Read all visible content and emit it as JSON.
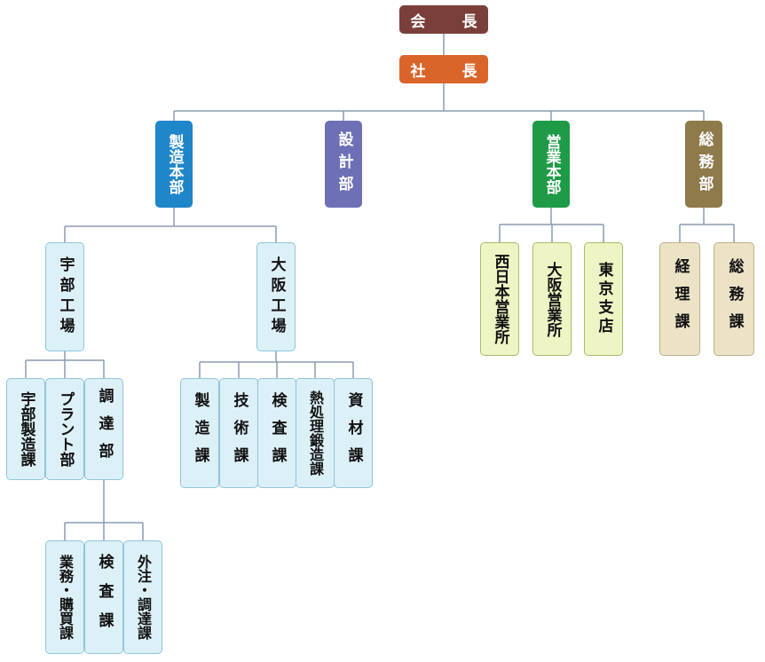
{
  "org": {
    "chairman": "会　長",
    "president": "社　長",
    "divisions": {
      "manufacturing": "製造本部",
      "design": "設計部",
      "sales": "営業本部",
      "general_affairs": "総務部"
    },
    "factories": {
      "utsunomiya": "宇部工場",
      "osaka": "大阪工場"
    },
    "utsunomiya_sections": {
      "production": "宇部製造課",
      "plant": "プラント部",
      "procurement": "調達部"
    },
    "procurement_sections": {
      "business": "業務・購買課",
      "inspection": "検査課",
      "outsourcing": "外注・調達課"
    },
    "osaka_sections": {
      "production": "製造課",
      "technology": "技術課",
      "inspection": "検査課",
      "heat_treatment": "熱処理鍛造課",
      "materials": "資材課"
    },
    "sales_offices": {
      "west_japan": "西日本営業所",
      "osaka": "大阪営業所",
      "tokyo": "東京支店"
    },
    "ga_sections": {
      "accounting": "経理課",
      "general": "総務課"
    }
  },
  "colors": {
    "chairman": "#7b3f3a",
    "president": "#d9652b",
    "manufacturing": "#1f86c9",
    "design": "#6e70b6",
    "sales": "#1f9b47",
    "general_affairs": "#8f7a4c",
    "line": "#8a9bb0"
  }
}
